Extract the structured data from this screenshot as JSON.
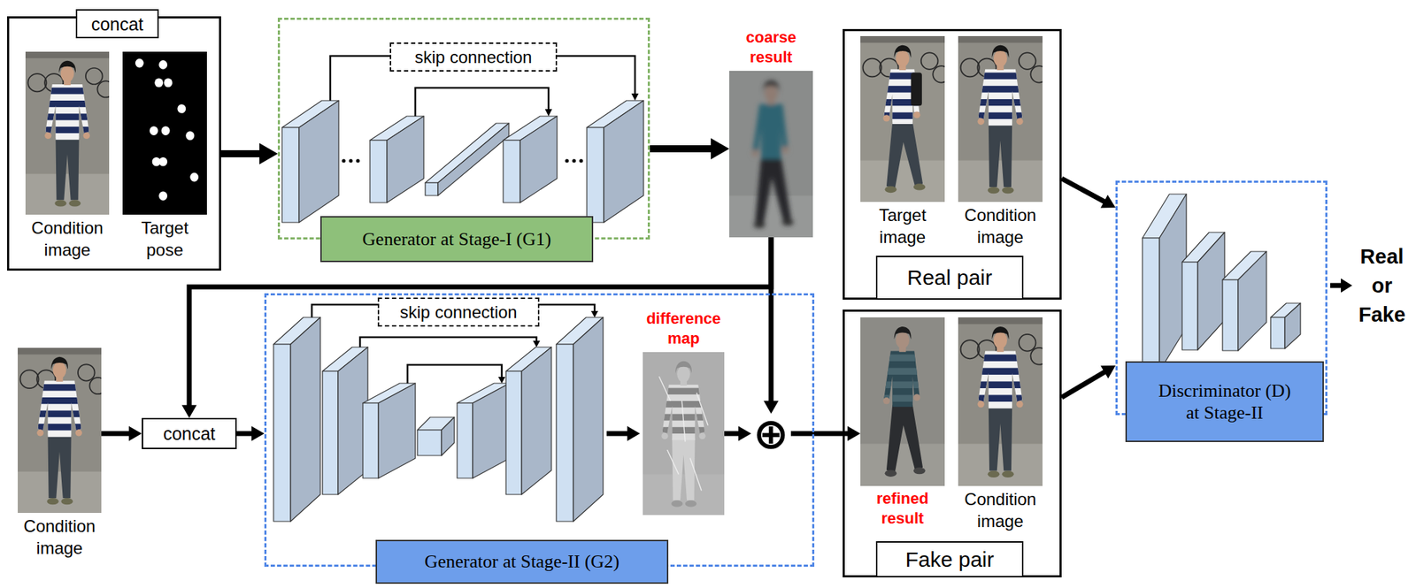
{
  "diagram": {
    "nodes": [
      {
        "text": [
          "concat"
        ]
      },
      {
        "text": [
          "Condition image"
        ],
        "in": 0
      },
      {
        "text": [
          "Target pose"
        ],
        "in": 0
      },
      {
        "text": [
          "Generator at Stage-I (G1)"
        ]
      },
      {
        "text": [
          "skip connection"
        ],
        "in": 3
      },
      {
        "text": [
          "coarse result"
        ]
      },
      {
        "text": [
          "Real pair"
        ]
      },
      {
        "text": [
          "Target image"
        ],
        "in": 6
      },
      {
        "text": [
          "Condition image"
        ],
        "in": 6
      },
      {
        "text": [
          "Discriminator (D) at Stage-II"
        ]
      },
      {
        "text": [
          "Condition image"
        ]
      },
      {
        "text": [
          "concat"
        ]
      },
      {
        "text": [
          "Generator at Stage-II (G2)"
        ]
      },
      {
        "text": [
          "skip connection"
        ],
        "in": 12
      },
      {
        "text": [
          "difference map"
        ],
        "in": 12
      },
      {
        "text": [
          "⊕"
        ],
        "in": 12
      },
      {
        "text": [
          "Fake pair"
        ]
      },
      {
        "text": [
          "refined result"
        ],
        "in": 16
      },
      {
        "text": [
          "Condition image"
        ],
        "in": 16
      }
    ],
    "edges": [
      {
        "from": 0,
        "to": 3,
        "arrow": "to"
      },
      {
        "from": 3,
        "to": 5,
        "arrow": "to"
      },
      {
        "from": 5,
        "to": 11,
        "arrow": "to"
      },
      {
        "from": 5,
        "to": 15,
        "arrow": "to"
      },
      {
        "from": 10,
        "to": 11,
        "arrow": "to"
      },
      {
        "from": 11,
        "to": 12,
        "arrow": "to"
      },
      {
        "from": 14,
        "to": 15,
        "arrow": "to"
      },
      {
        "from": 15,
        "to": 17,
        "arrow": "to"
      },
      {
        "from": 6,
        "to": 9,
        "arrow": "to"
      },
      {
        "from": 16,
        "to": 9,
        "arrow": "to"
      }
    ],
    "labels": [
      "Real or Fake"
    ]
  }
}
